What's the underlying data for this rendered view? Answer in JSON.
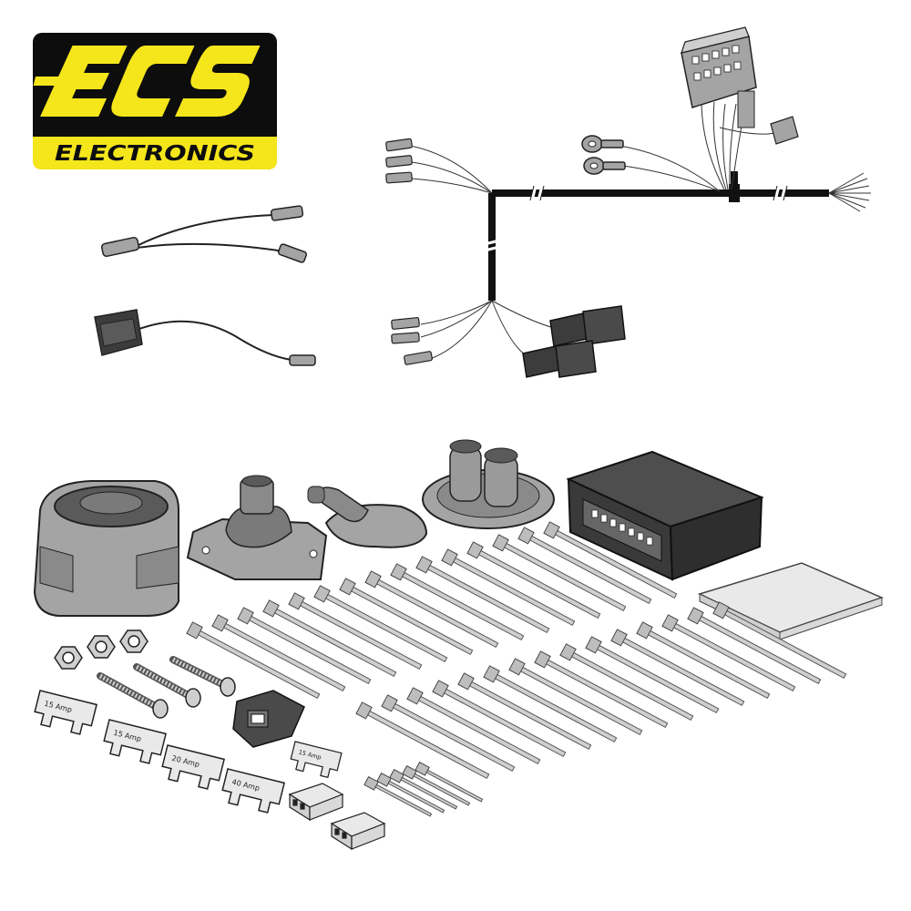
{
  "brand": {
    "logo_text": "ECS",
    "tagline": "ELECTRONICS",
    "colors": {
      "yellow": "#f5e61c",
      "black": "#0d0d0d"
    }
  },
  "fuses": [
    {
      "label": "15 Amp"
    },
    {
      "label": "15 Amp"
    },
    {
      "label": "20 Amp"
    },
    {
      "label": "40 Amp"
    },
    {
      "label": "15 Amp"
    }
  ],
  "palette": {
    "part_grey": "#a4a4a4",
    "dark_grey": "#5a5a5a",
    "module": "#3c3c3c",
    "outline": "#222222"
  }
}
